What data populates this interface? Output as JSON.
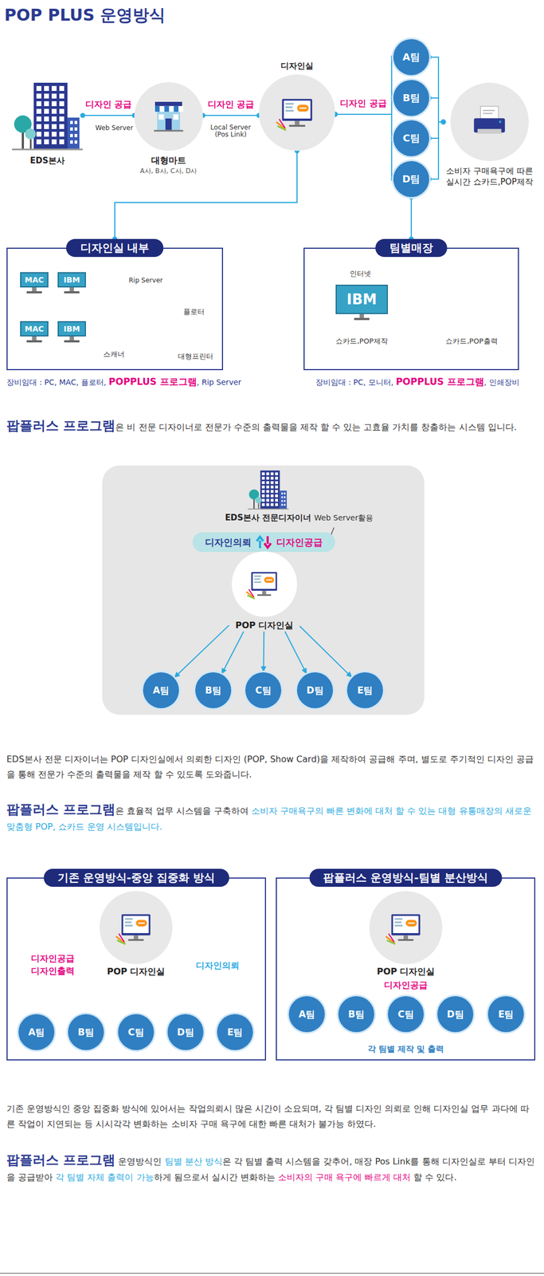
{
  "diagram": {
    "title": "POP PLUS 운영방식",
    "nodes": [
      {
        "text": [
          "EDS본사"
        ]
      },
      {
        "text": [
          "대형마트",
          "A사, B사, C사, D사"
        ]
      },
      {
        "text": [
          "디자인실"
        ]
      },
      {
        "text": [
          "A팀"
        ]
      },
      {
        "text": [
          "B팀"
        ]
      },
      {
        "text": [
          "C팀"
        ]
      },
      {
        "text": [
          "D팀"
        ]
      },
      {
        "text": [
          "소비자 구매욕구에 따른 실시간 쇼카드,POP제작"
        ]
      },
      {
        "text": [
          "디자인실 내부"
        ]
      },
      {
        "text": [
          "MAC"
        ],
        "in": 8
      },
      {
        "text": [
          "IBM"
        ],
        "in": 8
      },
      {
        "text": [
          "MAC"
        ],
        "in": 8
      },
      {
        "text": [
          "IBM"
        ],
        "in": 8
      },
      {
        "text": [
          "팀별매장"
        ]
      },
      {
        "text": [
          "IBM"
        ],
        "in": 13
      },
      {
        "text": [
          "EDS본사 전문디자이너"
        ]
      },
      {
        "text": [
          "디자인의뢰",
          "디자인공급"
        ]
      },
      {
        "text": [
          "POP 디자인실"
        ]
      },
      {
        "text": [
          "A팀"
        ]
      },
      {
        "text": [
          "B팀"
        ]
      },
      {
        "text": [
          "C팀"
        ]
      },
      {
        "text": [
          "D팀"
        ]
      },
      {
        "text": [
          "E팀"
        ]
      },
      {
        "text": [
          "기존 운영방식-중앙 집중화 방식"
        ]
      },
      {
        "text": [
          "POP 디자인실"
        ],
        "in": 23
      },
      {
        "text": [
          "A팀"
        ],
        "in": 23
      },
      {
        "text": [
          "B팀"
        ],
        "in": 23
      },
      {
        "text": [
          "C팀"
        ],
        "in": 23
      },
      {
        "text": [
          "D팀"
        ],
        "in": 23
      },
      {
        "text": [
          "E팀"
        ],
        "in": 23
      },
      {
        "text": [
          "팝플러스 운영방식-팀별 분산방식"
        ]
      },
      {
        "text": [
          "POP 디자인실",
          "디자인공급"
        ],
        "in": 30
      },
      {
        "text": [
          "A팀"
        ],
        "in": 30
      },
      {
        "text": [
          "B팀"
        ],
        "in": 30
      },
      {
        "text": [
          "C팀"
        ],
        "in": 30
      },
      {
        "text": [
          "D팀"
        ],
        "in": 30
      },
      {
        "text": [
          "E팀"
        ],
        "in": 30
      }
    ],
    "edges": [
      {
        "from": 0,
        "to": 1,
        "label": "디자인 공급",
        "arrow": "none"
      },
      {
        "from": 1,
        "to": 2,
        "label": "디자인 공급",
        "arrow": "none"
      },
      {
        "from": 2,
        "to": 3,
        "label": "디자인 공급",
        "arrow": "none"
      },
      {
        "from": 2,
        "to": 4,
        "arrow": "none"
      },
      {
        "from": 2,
        "to": 5,
        "arrow": "none"
      },
      {
        "from": 2,
        "to": 6,
        "arrow": "none"
      },
      {
        "from": 3,
        "to": 7,
        "arrow": "none"
      },
      {
        "from": 4,
        "to": 7,
        "arrow": "none"
      },
      {
        "from": 5,
        "to": 7,
        "arrow": "none"
      },
      {
        "from": 6,
        "to": 7,
        "arrow": "none"
      },
      {
        "from": 2,
        "to": 8,
        "arrow": "none"
      },
      {
        "from": 6,
        "to": 13,
        "arrow": "none"
      },
      {
        "from": 17,
        "to": 18,
        "arrow": "to"
      },
      {
        "from": 17,
        "to": 19,
        "arrow": "to"
      },
      {
        "from": 17,
        "to": 20,
        "arrow": "to"
      },
      {
        "from": 17,
        "to": 21,
        "arrow": "to"
      },
      {
        "from": 17,
        "to": 22,
        "arrow": "to"
      },
      {
        "from": 25,
        "to": 24,
        "arrow": "to"
      },
      {
        "from": 24,
        "to": 25,
        "arrow": "to"
      },
      {
        "from": 26,
        "to": 24,
        "arrow": "to"
      },
      {
        "from": 24,
        "to": 26,
        "arrow": "to"
      },
      {
        "from": 27,
        "to": 24,
        "arrow": "to"
      },
      {
        "from": 24,
        "to": 27,
        "arrow": "to"
      },
      {
        "from": 28,
        "to": 24,
        "arrow": "to"
      },
      {
        "from": 24,
        "to": 28,
        "arrow": "to"
      },
      {
        "from": 29,
        "to": 24,
        "arrow": "to"
      },
      {
        "from": 24,
        "to": 29,
        "arrow": "to"
      },
      {
        "from": 31,
        "to": 32,
        "arrow": "to"
      },
      {
        "from": 31,
        "to": 33,
        "arrow": "to"
      },
      {
        "from": 31,
        "to": 34,
        "arrow": "to"
      },
      {
        "from": 31,
        "to": 35,
        "arrow": "to"
      },
      {
        "from": 31,
        "to": 36,
        "arrow": "to"
      },
      {
        "from": 32,
        "to": 33,
        "arrow": "none"
      },
      {
        "from": 33,
        "to": 34,
        "arrow": "none"
      },
      {
        "from": 34,
        "to": 35,
        "arrow": "none"
      },
      {
        "from": 35,
        "to": 36,
        "arrow": "none"
      }
    ],
    "labels": [
      "Web Server",
      "Local Server (Pos Link)",
      "Rip Server",
      "플로터",
      "스캐너",
      "대형프린터",
      "장비임대 : PC, MAC, 플로터, ",
      "POPPLUS 프로그램",
      ", Rip Server",
      "인터넷",
      "쇼카드,POP제작",
      "쇼카드,POP출력",
      "장비임대 : PC, 모니터, ",
      "POPPLUS 프로그램",
      ", 인쇄장비",
      "팝플러스 프로그램",
      "은 비 전문 디자이너로 전문가 수준의 출력물을 제작 할 수 있는 고효율 가치를 창출하는 시스템 입니다.",
      "Web Server활용",
      "EDS본사 전문 디자이너는 POP 디자인실에서 의뢰한 디자인 (POP, Show Card)을 제작하여 공급해 주며, 별도로 주기적인 디자인 공급을 통해 전문가 수준의 출력물을 제작 할 수 있도록 도와줍니다.",
      "팝플러스 프로그램",
      "은 효율적 업무 시스템을 구축하여 ",
      "소비자 구매욕구의 빠른 변화에 대처 할 수 있는 대형 유통매장의 새로운 맞춤형 POP, 쇼카드 운영 시스템입니다.",
      "디자인공급",
      "디자인출력",
      "디자인의뢰",
      "각 팀별 제작 및 출력",
      "기존 운영방식인 중앙 집중화 방식에 있어서는 작업의뢰시 많은 시간이 소요되며, 각 팀별 디자인 의뢰로 인해 디자인실 업무 과다에 따른 작업이 지연되는 등 시시각각 변화하는 소비자 구매 욕구에 대한 빠른 대처가 불가능 하였다.",
      "팝플러스 프로그램",
      " 운영방식인 ",
      "팀별 분산 방식",
      "은 각 팀별 출력 시스템을 갖추어, 매장 Pos Link를 통해 디자인실로 부터 디자인을 공급받아 ",
      "각 팀별 자체 출력이 가능",
      "하게 됨으로서 실시간 변화하는 ",
      "소비자의 구매 욕구에 빠르게 대처",
      " 할 수 있다."
    ]
  }
}
